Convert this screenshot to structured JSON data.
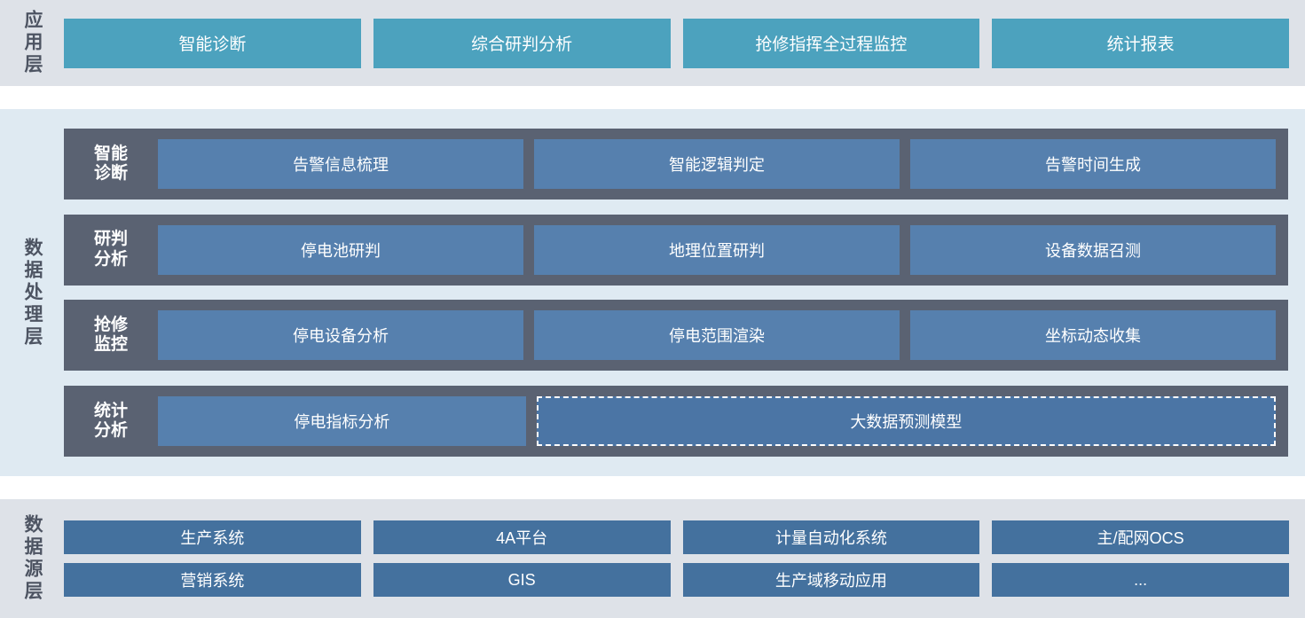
{
  "application_layer": {
    "label": "应用层",
    "accent_color": "#4ca2be",
    "background_color": "#dee2e8",
    "items": [
      {
        "label": "智能诊断"
      },
      {
        "label": "综合研判分析"
      },
      {
        "label": "抢修指挥全过程监控"
      },
      {
        "label": "统计报表"
      }
    ]
  },
  "data_processing_layer": {
    "label": "数据处理层",
    "row_container_color": "#5a6272",
    "cell_color": "#5680ae",
    "background_color": "#dfeaf2",
    "rows": [
      {
        "label": "智能诊断",
        "label_line1": "智能",
        "label_line2": "诊断",
        "cells": [
          {
            "label": "告警信息梳理",
            "dashed": false
          },
          {
            "label": "智能逻辑判定",
            "dashed": false
          },
          {
            "label": "告警时间生成",
            "dashed": false
          }
        ]
      },
      {
        "label": "研判分析",
        "label_line1": "研判",
        "label_line2": "分析",
        "cells": [
          {
            "label": "停电池研判",
            "dashed": false
          },
          {
            "label": "地理位置研判",
            "dashed": false
          },
          {
            "label": "设备数据召测",
            "dashed": false
          }
        ]
      },
      {
        "label": "抢修监控",
        "label_line1": "抢修",
        "label_line2": "监控",
        "cells": [
          {
            "label": "停电设备分析",
            "dashed": false
          },
          {
            "label": "停电范围渲染",
            "dashed": false
          },
          {
            "label": "坐标动态收集",
            "dashed": false
          }
        ]
      },
      {
        "label": "统计分析",
        "label_line1": "统计",
        "label_line2": "分析",
        "cells": [
          {
            "label": "停电指标分析",
            "dashed": false
          },
          {
            "label": "大数据预测模型",
            "dashed": true
          }
        ]
      }
    ]
  },
  "data_source_layer": {
    "label": "数据源层",
    "box_color": "#44719e",
    "background_color": "#dee2e8",
    "rows": [
      [
        {
          "label": "生产系统"
        },
        {
          "label": "4A平台"
        },
        {
          "label": "计量自动化系统"
        },
        {
          "label": "主/配网OCS"
        }
      ],
      [
        {
          "label": "营销系统"
        },
        {
          "label": "GIS"
        },
        {
          "label": "生产域移动应用"
        },
        {
          "label": "..."
        }
      ]
    ]
  }
}
